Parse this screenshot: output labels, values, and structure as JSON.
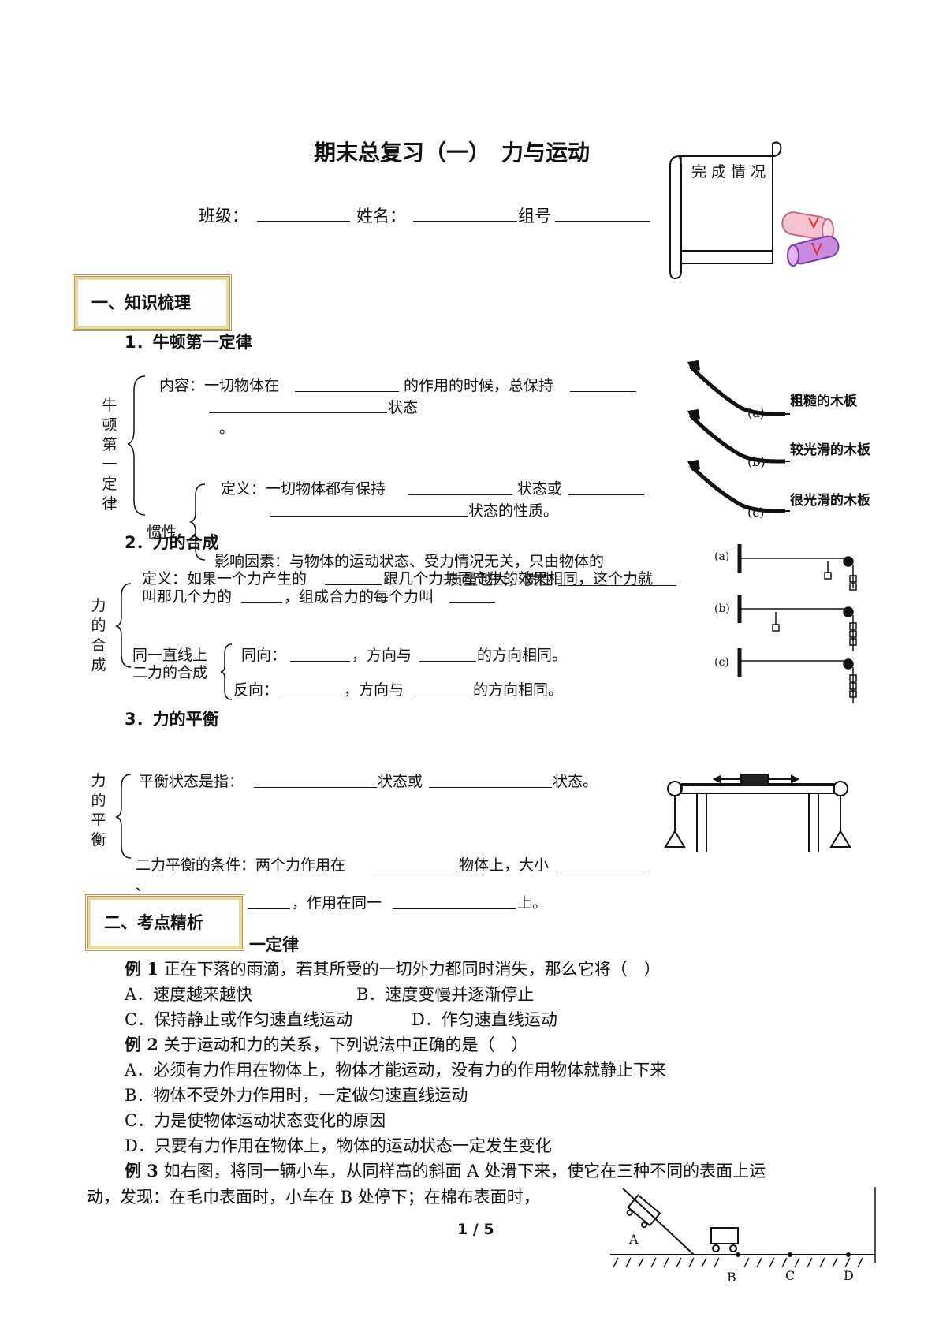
{
  "header": {
    "title": "期末总复习（一）　力与运动",
    "class_label": "班级：",
    "name_label": "姓名：",
    "group_label": "组号",
    "scroll_text": "完 成 情 况"
  },
  "sections": {
    "s1": "一、知识梳理",
    "s2": "二、考点精析"
  },
  "newton": {
    "heading": "1．牛顿第一定律",
    "brace": "牛顿第一定律",
    "content_prefix": "内容：一切物体在",
    "content_mid": "的作用的时候，总保持",
    "content_state": "状态",
    "content_dot": "。",
    "inertia_label": "惯性",
    "def_prefix": "定义：一切物体都有保持",
    "def_mid": "状态或",
    "def_end": "状态的性质。",
    "factor": "影响因素：与物体的运动状态、受力情况无关，只由物体的",
    "factor_end": "质量越大，惯性",
    "fig_labels": [
      "粗糙的木板",
      "较光滑的木板",
      "很光滑的木板"
    ],
    "fig_tags": [
      "(a)",
      "(b)",
      "(c)"
    ]
  },
  "compose": {
    "heading": "2．力的合成",
    "brace": "力的合成",
    "def_prefix": "定义：如果一个力产生的",
    "def_mid": "跟几个力共同产生的效果相同，这个力就",
    "def_line2a": "叫那几个力的",
    "def_line2b": "，组成合力的每个力叫",
    "same_line_1": "同一直线上",
    "same_line_2": "二力的合成",
    "same_dir": "同向：",
    "same_dir_mid": "，方向与",
    "same_dir_end": "的方向相同。",
    "opp_dir": "反向：",
    "opp_dir_mid": "，方向与",
    "opp_dir_end": "的方向相同。",
    "fig_tags": [
      "(a)",
      "(b)",
      "(c)"
    ]
  },
  "balance": {
    "heading": "3．力的平衡",
    "brace": "力的平衡",
    "state_prefix": "平衡状态是指：",
    "state_mid": "状态或",
    "state_end": "状态。",
    "cond_prefix": "二力平衡的条件：两个力作用在",
    "cond_mid": "物体上，大小",
    "cond_comma": "、",
    "cond_line2a": "，作用在同一",
    "cond_line2b": "上。"
  },
  "analysis": {
    "heading_fragment": "一定律",
    "ex1": {
      "label": "例 1",
      "stem": "正在下落的雨滴，若其所受的一切外力都同时消失，那么它将（　）",
      "A": "A．速度越来越快",
      "B": "B．速度变慢并逐渐停止",
      "C": "C．保持静止或作匀速直线运动",
      "D": "D．作匀速直线运动"
    },
    "ex2": {
      "label": "例 2",
      "stem": "关于运动和力的关系，下列说法中正确的是（　）",
      "A": "A．必须有力作用在物体上，物体才能运动，没有力的作用物体就静止下来",
      "B": "B．物体不受外力作用时，一定做匀速直线运动",
      "C": "C．力是使物体运动状态变化的原因",
      "D": "D．只要有力作用在物体上，物体的运动状态一定发生变化"
    },
    "ex3": {
      "label": "例 3",
      "stem": "如右图，将同一辆小车，从同样高的斜面 A 处滑下来，使它在三种不同的表面上运",
      "stem2": "动，发现：在毛巾表面时，小车在 B 处停下；在棉布表面时，",
      "points": [
        "A",
        "B",
        "C",
        "D"
      ]
    }
  },
  "footer": {
    "page": "1 / 5"
  }
}
